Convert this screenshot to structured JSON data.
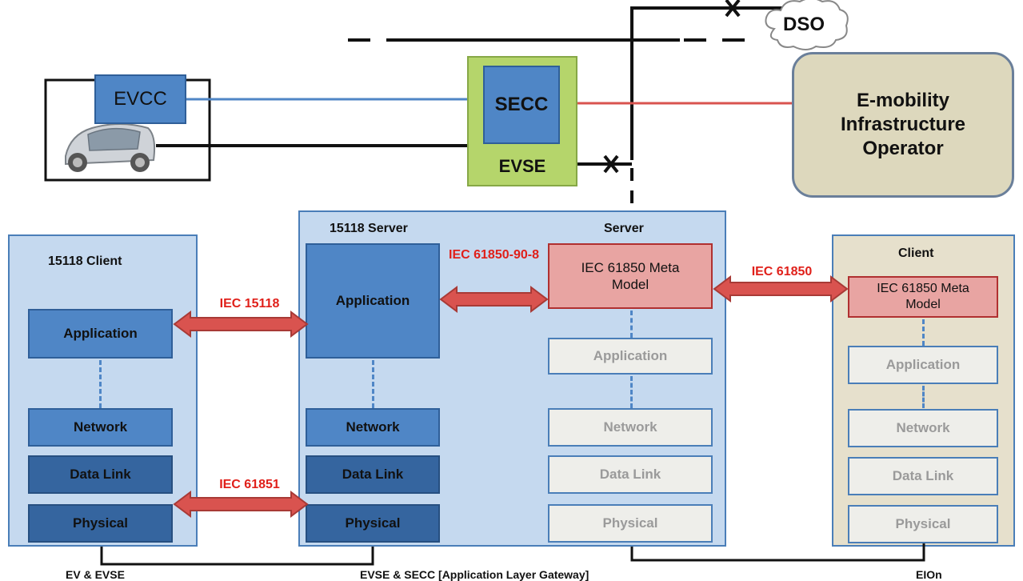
{
  "top": {
    "evcc": "EVCC",
    "secc": "SECC",
    "evse": "EVSE",
    "dso": "DSO",
    "emobility": "E-mobility Infrastructure Operator"
  },
  "client_panel": {
    "title": "15118 Client",
    "application": "Application",
    "network": "Network",
    "datalink": "Data Link",
    "physical": "Physical"
  },
  "server_panel": {
    "title": "15118 Server",
    "server_title": "Server",
    "application": "Application",
    "network": "Network",
    "datalink": "Data Link",
    "physical": "Physical",
    "meta_model": "IEC 61850 Meta Model",
    "app_faded": "Application",
    "network_faded": "Network",
    "datalink_faded": "Data Link",
    "physical_faded": "Physical"
  },
  "right_panel": {
    "title": "Client",
    "meta_model": "IEC 61850 Meta Model",
    "application": "Application",
    "network": "Network",
    "datalink": "Data Link",
    "physical": "Physical"
  },
  "labels": {
    "iec15118": "IEC 15118",
    "iec61851": "IEC 61851",
    "iec61850_90_8": "IEC 61850-90-8",
    "iec61850": "IEC 61850"
  },
  "footer": {
    "left": "EV & EVSE",
    "center": "EVSE & SECC [Application Layer Gateway]",
    "right": "EIOn"
  },
  "colors": {
    "blue_link": "#4f86c6",
    "red_link": "#d9534f",
    "arrow_fill": "#d9534f",
    "panel_blue": "#c5d9ef",
    "panel_tan": "#e6e0cc",
    "evse_green": "#b5d56b"
  }
}
